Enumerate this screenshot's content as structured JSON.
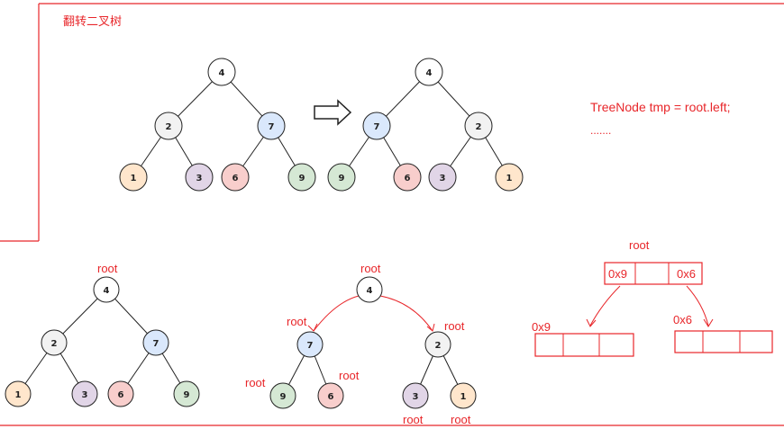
{
  "title": "翻转二叉树",
  "code": {
    "line1": "TreeNode tmp = root.left;",
    "line2": "......."
  },
  "colors": {
    "frame": "#e8262a",
    "label": "#e8262a",
    "line": "#222222",
    "white": "#ffffff",
    "gray": "#f2f2f2",
    "blue": "#dae8fc",
    "orange": "#ffe6cc",
    "purple": "#e1d5e7",
    "pink": "#f8cecc",
    "green": "#d5e8d4"
  },
  "trees": {
    "before": {
      "root": "4",
      "left": "2",
      "right": "7",
      "ll": "1",
      "lr": "3",
      "rl": "6",
      "rr": "9"
    },
    "after": {
      "root": "4",
      "left": "7",
      "right": "2",
      "ll": "9",
      "lr": "6",
      "rl": "3",
      "rr": "1"
    },
    "step_a": {
      "root": "4",
      "left": "2",
      "right": "7",
      "ll": "1",
      "lr": "3",
      "rl": "6",
      "rr": "9"
    },
    "step_b": {
      "root": "4",
      "left": "7",
      "right": "2",
      "ll": "9",
      "lr": "6",
      "rl": "3",
      "rr": "1"
    }
  },
  "root_label": "root",
  "memory": {
    "root_label": "root",
    "box_cells": [
      "0x9",
      "0x6"
    ],
    "left_addr": "0x9",
    "right_addr": "0x6"
  },
  "icons": [
    "right-arrow-icon"
  ]
}
